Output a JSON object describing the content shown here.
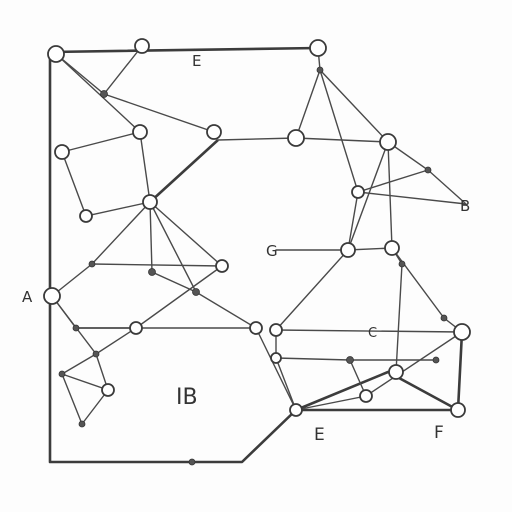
{
  "diagram": {
    "labels": {
      "e_top": "E",
      "b_right": "B",
      "g_mid": "G",
      "a_left": "A",
      "c_mid": "C",
      "ib_center": "IB",
      "e_bottom": "E",
      "f_bottom": "F"
    }
  }
}
